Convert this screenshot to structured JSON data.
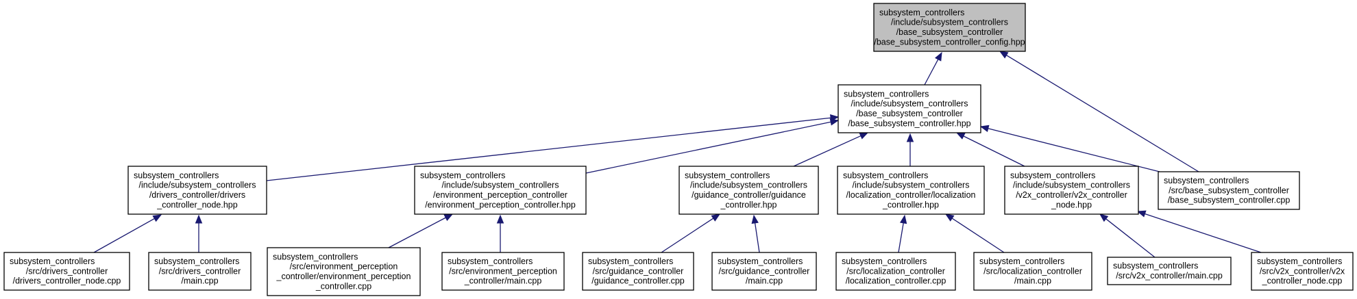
{
  "nodes": [
    {
      "id": "n0",
      "root": true,
      "lines": [
        "subsystem_controllers",
        "/include/subsystem_controllers",
        "/base_subsystem_controller",
        "/base_subsystem_controller_config.hpp"
      ]
    },
    {
      "id": "n1",
      "lines": [
        "subsystem_controllers",
        "/include/subsystem_controllers",
        "/base_subsystem_controller",
        "/base_subsystem_controller.hpp"
      ]
    },
    {
      "id": "n2",
      "lines": [
        "subsystem_controllers",
        "/include/subsystem_controllers",
        "/drivers_controller/drivers",
        "_controller_node.hpp"
      ]
    },
    {
      "id": "n3",
      "lines": [
        "subsystem_controllers",
        "/include/subsystem_controllers",
        "/environment_perception_controller",
        "/environment_perception_controller.hpp"
      ]
    },
    {
      "id": "n4",
      "lines": [
        "subsystem_controllers",
        "/include/subsystem_controllers",
        "/guidance_controller/guidance",
        "_controller.hpp"
      ]
    },
    {
      "id": "n5",
      "lines": [
        "subsystem_controllers",
        "/include/subsystem_controllers",
        "/localization_controller/localization",
        "_controller.hpp"
      ]
    },
    {
      "id": "n6",
      "lines": [
        "subsystem_controllers",
        "/include/subsystem_controllers",
        "/v2x_controller/v2x_controller",
        "_node.hpp"
      ]
    },
    {
      "id": "n7",
      "lines": [
        "subsystem_controllers",
        "/src/base_subsystem_controller",
        "/base_subsystem_controller.cpp"
      ]
    },
    {
      "id": "n8",
      "lines": [
        "subsystem_controllers",
        "/src/drivers_controller",
        "/drivers_controller_node.cpp"
      ]
    },
    {
      "id": "n9",
      "lines": [
        "subsystem_controllers",
        "/src/drivers_controller",
        "/main.cpp"
      ]
    },
    {
      "id": "n10",
      "lines": [
        "subsystem_controllers",
        "/src/environment_perception",
        "_controller/environment_perception",
        "_controller.cpp"
      ]
    },
    {
      "id": "n11",
      "lines": [
        "subsystem_controllers",
        "/src/environment_perception",
        "_controller/main.cpp"
      ]
    },
    {
      "id": "n12",
      "lines": [
        "subsystem_controllers",
        "/src/guidance_controller",
        "/guidance_controller.cpp"
      ]
    },
    {
      "id": "n13",
      "lines": [
        "subsystem_controllers",
        "/src/guidance_controller",
        "/main.cpp"
      ]
    },
    {
      "id": "n14",
      "lines": [
        "subsystem_controllers",
        "/src/localization_controller",
        "/localization_controller.cpp"
      ]
    },
    {
      "id": "n15",
      "lines": [
        "subsystem_controllers",
        "/src/localization_controller",
        "/main.cpp"
      ]
    },
    {
      "id": "n16",
      "lines": [
        "subsystem_controllers",
        "/src/v2x_controller/main.cpp"
      ]
    },
    {
      "id": "n17",
      "lines": [
        "subsystem_controllers",
        "/src/v2x_controller/v2x",
        "_controller_node.cpp"
      ]
    }
  ],
  "edges": [
    {
      "from": "n1",
      "to": "n0"
    },
    {
      "from": "n7",
      "to": "n0"
    },
    {
      "from": "n2",
      "to": "n1"
    },
    {
      "from": "n3",
      "to": "n1"
    },
    {
      "from": "n4",
      "to": "n1"
    },
    {
      "from": "n5",
      "to": "n1"
    },
    {
      "from": "n6",
      "to": "n1"
    },
    {
      "from": "n7",
      "to": "n1"
    },
    {
      "from": "n8",
      "to": "n2"
    },
    {
      "from": "n9",
      "to": "n2"
    },
    {
      "from": "n10",
      "to": "n3"
    },
    {
      "from": "n11",
      "to": "n3"
    },
    {
      "from": "n12",
      "to": "n4"
    },
    {
      "from": "n13",
      "to": "n4"
    },
    {
      "from": "n14",
      "to": "n5"
    },
    {
      "from": "n15",
      "to": "n5"
    },
    {
      "from": "n16",
      "to": "n6"
    },
    {
      "from": "n17",
      "to": "n6"
    }
  ],
  "colors": {
    "edge": "#191970",
    "root_fill": "#bfbfbf",
    "node_fill": "#ffffff",
    "border": "#000000"
  }
}
